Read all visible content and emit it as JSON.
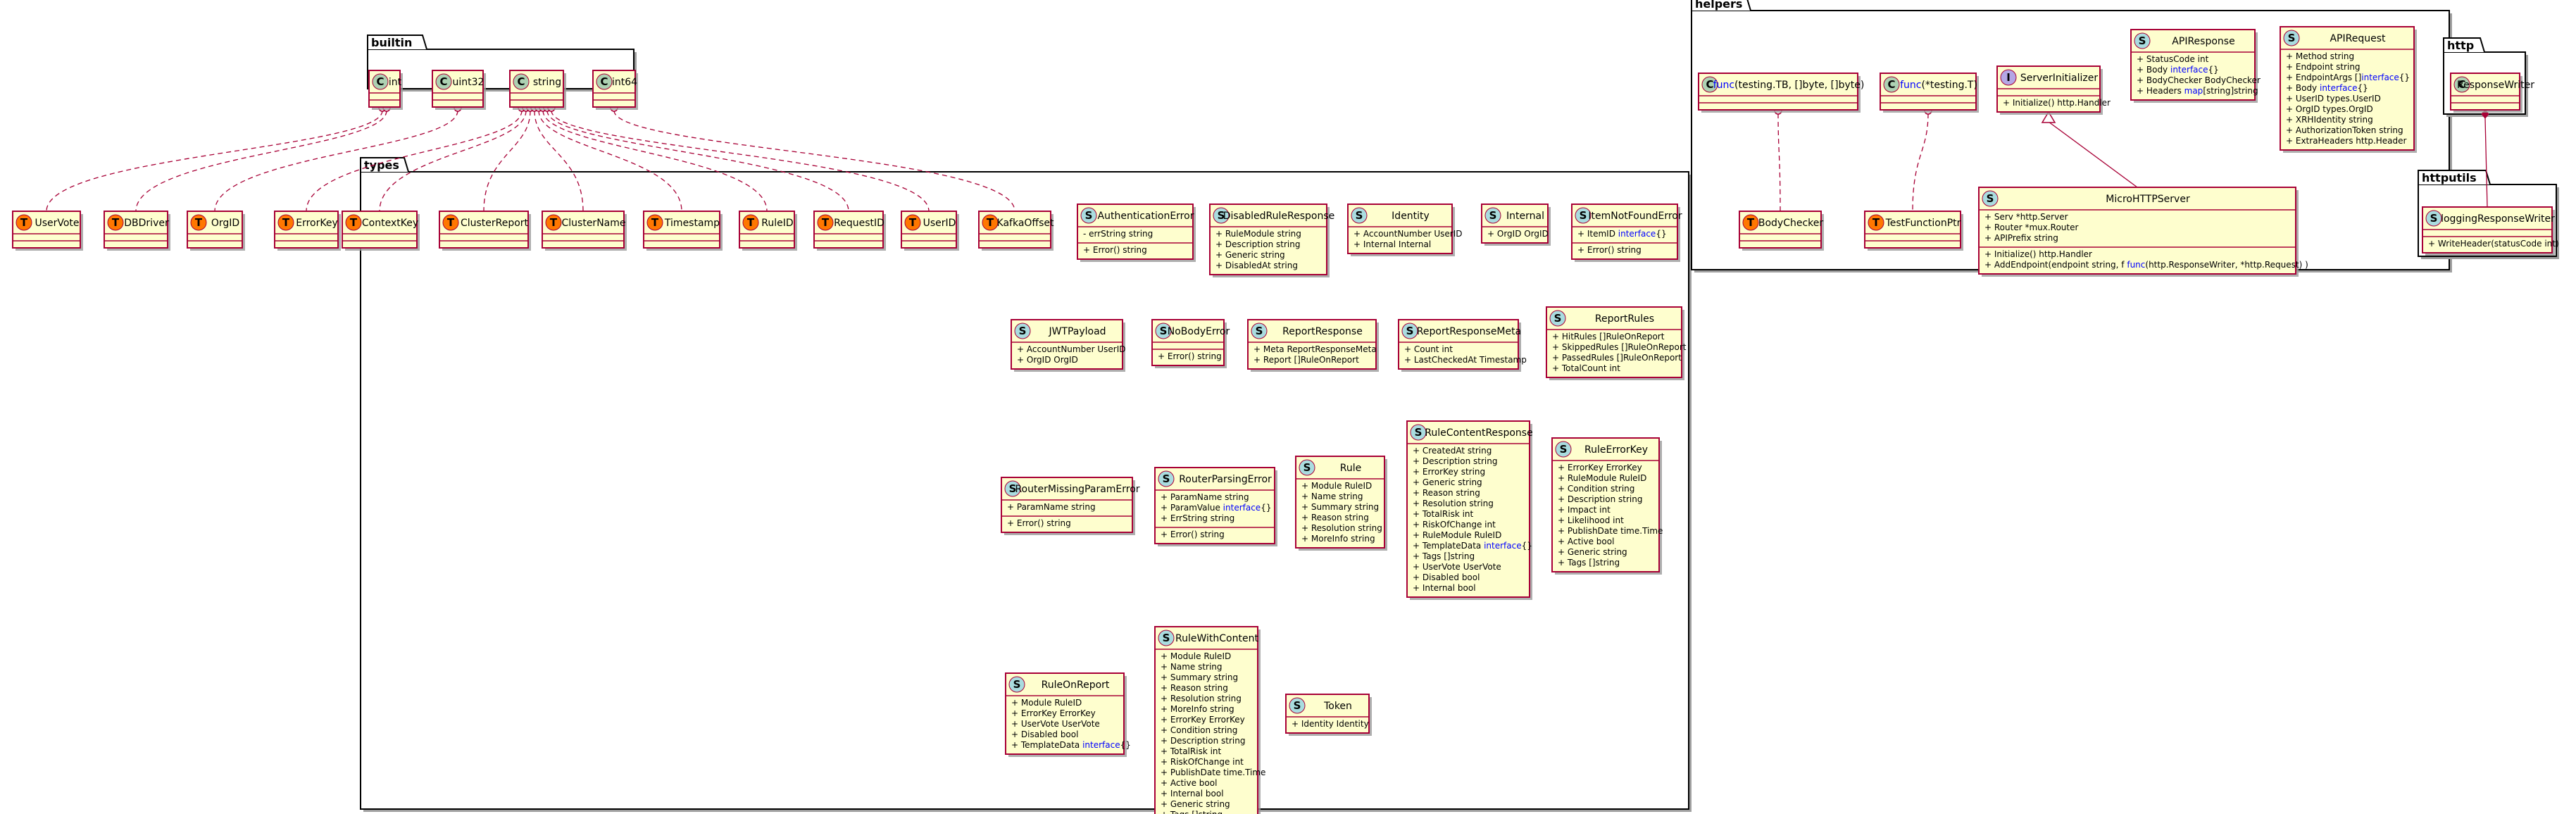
{
  "colors": {
    "class_fill": "#FEFECE",
    "class_border": "#A80036",
    "type_badge": "#FF7700",
    "struct_badge": "#A9DCDF",
    "interface_badge": "#B4A7E5",
    "builtin_badge": "#ADD1B2",
    "keyword": "#0000FF"
  },
  "packages": [
    {
      "id": "builtin",
      "label": "builtin"
    },
    {
      "id": "types",
      "label": "types"
    },
    {
      "id": "helpers",
      "label": "helpers"
    },
    {
      "id": "http",
      "label": "http"
    },
    {
      "id": "httputils",
      "label": "httputils"
    }
  ],
  "classes": [
    {
      "id": "int",
      "kind": "C",
      "name": "int",
      "members": []
    },
    {
      "id": "uint32",
      "kind": "C",
      "name": "uint32",
      "members": []
    },
    {
      "id": "string",
      "kind": "C",
      "name": "string",
      "members": []
    },
    {
      "id": "int64",
      "kind": "C",
      "name": "int64",
      "members": []
    },
    {
      "id": "UserVote",
      "kind": "T",
      "name": "UserVote",
      "members": []
    },
    {
      "id": "DBDriver",
      "kind": "T",
      "name": "DBDriver",
      "members": []
    },
    {
      "id": "OrgID",
      "kind": "T",
      "name": "OrgID",
      "members": []
    },
    {
      "id": "ErrorKey",
      "kind": "T",
      "name": "ErrorKey",
      "members": []
    },
    {
      "id": "ContextKey",
      "kind": "T",
      "name": "ContextKey",
      "members": []
    },
    {
      "id": "ClusterReport",
      "kind": "T",
      "name": "ClusterReport",
      "members": []
    },
    {
      "id": "ClusterName",
      "kind": "T",
      "name": "ClusterName",
      "members": []
    },
    {
      "id": "Timestamp",
      "kind": "T",
      "name": "Timestamp",
      "members": []
    },
    {
      "id": "RuleID",
      "kind": "T",
      "name": "RuleID",
      "members": []
    },
    {
      "id": "RequestID",
      "kind": "T",
      "name": "RequestID",
      "members": []
    },
    {
      "id": "UserID",
      "kind": "T",
      "name": "UserID",
      "members": []
    },
    {
      "id": "KafkaOffset",
      "kind": "T",
      "name": "KafkaOffset",
      "members": []
    },
    {
      "id": "AuthenticationError",
      "kind": "S",
      "name": "AuthenticationError",
      "sections": [
        [
          "- errString string"
        ],
        [
          "+ Error() string"
        ]
      ]
    },
    {
      "id": "DisabledRuleResponse",
      "kind": "S",
      "name": "DisabledRuleResponse",
      "sections": [
        [
          "+ RuleModule string",
          "+ Description string",
          "+ Generic string",
          "+ DisabledAt string"
        ]
      ]
    },
    {
      "id": "Identity",
      "kind": "S",
      "name": "Identity",
      "sections": [
        [
          "+ AccountNumber UserID",
          "+ Internal Internal"
        ]
      ]
    },
    {
      "id": "Internal",
      "kind": "S",
      "name": "Internal",
      "sections": [
        [
          "+ OrgID OrgID"
        ]
      ]
    },
    {
      "id": "ItemNotFoundError",
      "kind": "S",
      "name": "ItemNotFoundError",
      "sections": [
        [
          "+ ItemID interface{}"
        ],
        [
          "+ Error() string"
        ]
      ]
    },
    {
      "id": "JWTPayload",
      "kind": "S",
      "name": "JWTPayload",
      "sections": [
        [
          "+ AccountNumber UserID",
          "+ OrgID OrgID"
        ]
      ]
    },
    {
      "id": "NoBodyError",
      "kind": "S",
      "name": "NoBodyError",
      "sections": [
        [],
        [
          "+ Error() string"
        ]
      ]
    },
    {
      "id": "ReportResponse",
      "kind": "S",
      "name": "ReportResponse",
      "sections": [
        [
          "+ Meta ReportResponseMeta",
          "+ Report []RuleOnReport"
        ]
      ]
    },
    {
      "id": "ReportResponseMeta",
      "kind": "S",
      "name": "ReportResponseMeta",
      "sections": [
        [
          "+ Count int",
          "+ LastCheckedAt Timestamp"
        ]
      ]
    },
    {
      "id": "ReportRules",
      "kind": "S",
      "name": "ReportRules",
      "sections": [
        [
          "+ HitRules []RuleOnReport",
          "+ SkippedRules []RuleOnReport",
          "+ PassedRules []RuleOnReport",
          "+ TotalCount int"
        ]
      ]
    },
    {
      "id": "RouterMissingParamError",
      "kind": "S",
      "name": "RouterMissingParamError",
      "sections": [
        [
          "+ ParamName string"
        ],
        [
          "+ Error() string"
        ]
      ]
    },
    {
      "id": "RouterParsingError",
      "kind": "S",
      "name": "RouterParsingError",
      "sections": [
        [
          "+ ParamName string",
          "+ ParamValue interface{}",
          "+ ErrString string"
        ],
        [
          "+ Error() string"
        ]
      ]
    },
    {
      "id": "Rule",
      "kind": "S",
      "name": "Rule",
      "sections": [
        [
          "+ Module RuleID",
          "+ Name string",
          "+ Summary string",
          "+ Reason string",
          "+ Resolution string",
          "+ MoreInfo string"
        ]
      ]
    },
    {
      "id": "RuleContentResponse",
      "kind": "S",
      "name": "RuleContentResponse",
      "sections": [
        [
          "+ CreatedAt string",
          "+ Description string",
          "+ ErrorKey string",
          "+ Generic string",
          "+ Reason string",
          "+ Resolution string",
          "+ TotalRisk int",
          "+ RiskOfChange int",
          "+ RuleModule RuleID",
          "+ TemplateData interface{}",
          "+ Tags []string",
          "+ UserVote UserVote",
          "+ Disabled bool",
          "+ Internal bool"
        ]
      ]
    },
    {
      "id": "RuleErrorKey",
      "kind": "S",
      "name": "RuleErrorKey",
      "sections": [
        [
          "+ ErrorKey ErrorKey",
          "+ RuleModule RuleID",
          "+ Condition string",
          "+ Description string",
          "+ Impact int",
          "+ Likelihood int",
          "+ PublishDate time.Time",
          "+ Active bool",
          "+ Generic string",
          "+ Tags []string"
        ]
      ]
    },
    {
      "id": "RuleOnReport",
      "kind": "S",
      "name": "RuleOnReport",
      "sections": [
        [
          "+ Module RuleID",
          "+ ErrorKey ErrorKey",
          "+ UserVote UserVote",
          "+ Disabled bool",
          "+ TemplateData interface{}"
        ]
      ]
    },
    {
      "id": "RuleWithContent",
      "kind": "S",
      "name": "RuleWithContent",
      "sections": [
        [
          "+ Module RuleID",
          "+ Name string",
          "+ Summary string",
          "+ Reason string",
          "+ Resolution string",
          "+ MoreInfo string",
          "+ ErrorKey ErrorKey",
          "+ Condition string",
          "+ Description string",
          "+ TotalRisk int",
          "+ RiskOfChange int",
          "+ PublishDate time.Time",
          "+ Active bool",
          "+ Internal bool",
          "+ Generic string",
          "+ Tags []string"
        ]
      ]
    },
    {
      "id": "Token",
      "kind": "S",
      "name": "Token",
      "sections": [
        [
          "+ Identity Identity"
        ]
      ]
    },
    {
      "id": "funcTB",
      "kind": "C",
      "name": "func(testing.TB, []byte, []byte)",
      "members": []
    },
    {
      "id": "funcT",
      "kind": "C",
      "name": "func(*testing.T)",
      "members": []
    },
    {
      "id": "ServerInitializer",
      "kind": "I",
      "name": "ServerInitializer",
      "sections": [
        [],
        [
          "+ Initialize() http.Handler"
        ]
      ]
    },
    {
      "id": "APIResponse",
      "kind": "S",
      "name": "APIResponse",
      "sections": [
        [
          "+ StatusCode int",
          "+ Body interface{}",
          "+ BodyChecker BodyChecker",
          "+ Headers map[string]string"
        ]
      ]
    },
    {
      "id": "APIRequest",
      "kind": "S",
      "name": "APIRequest",
      "sections": [
        [
          "+ Method string",
          "+ Endpoint string",
          "+ EndpointArgs []interface{}",
          "+ Body interface{}",
          "+ UserID types.UserID",
          "+ OrgID types.OrgID",
          "+ XRHIdentity string",
          "+ AuthorizationToken string",
          "+ ExtraHeaders http.Header"
        ]
      ]
    },
    {
      "id": "BodyChecker",
      "kind": "T",
      "name": "BodyChecker",
      "members": []
    },
    {
      "id": "TestFunctionPtr",
      "kind": "T",
      "name": "TestFunctionPtr",
      "members": []
    },
    {
      "id": "MicroHTTPServer",
      "kind": "S",
      "name": "MicroHTTPServer",
      "sections": [
        [
          "+ Serv *http.Server",
          "+ Router *mux.Router",
          "+ APIPrefix string"
        ],
        [
          "+ Initialize() http.Handler",
          "+ AddEndpoint(endpoint string, f func(http.ResponseWriter, *http.Request) )"
        ]
      ]
    },
    {
      "id": "ResponseWriter",
      "kind": "C",
      "name": "ResponseWriter",
      "members": []
    },
    {
      "id": "loggingResponseWriter",
      "kind": "S",
      "name": "loggingResponseWriter",
      "sections": [
        [],
        [
          "+ WriteHeader(statusCode int)"
        ]
      ]
    }
  ],
  "relations": [
    {
      "from": "int",
      "to": "UserVote",
      "type": "realization"
    },
    {
      "from": "int",
      "to": "DBDriver",
      "type": "realization"
    },
    {
      "from": "uint32",
      "to": "OrgID",
      "type": "realization"
    },
    {
      "from": "string",
      "to": "ErrorKey",
      "type": "realization"
    },
    {
      "from": "string",
      "to": "ContextKey",
      "type": "realization"
    },
    {
      "from": "string",
      "to": "ClusterReport",
      "type": "realization"
    },
    {
      "from": "string",
      "to": "ClusterName",
      "type": "realization"
    },
    {
      "from": "string",
      "to": "Timestamp",
      "type": "realization"
    },
    {
      "from": "string",
      "to": "RuleID",
      "type": "realization"
    },
    {
      "from": "string",
      "to": "RequestID",
      "type": "realization"
    },
    {
      "from": "string",
      "to": "UserID",
      "type": "realization"
    },
    {
      "from": "int64",
      "to": "KafkaOffset",
      "type": "realization"
    },
    {
      "from": "funcTB",
      "to": "BodyChecker",
      "type": "realization"
    },
    {
      "from": "funcT",
      "to": "TestFunctionPtr",
      "type": "realization"
    },
    {
      "from": "ServerInitializer",
      "to": "MicroHTTPServer",
      "type": "inheritance"
    },
    {
      "from": "ResponseWriter",
      "to": "loggingResponseWriter",
      "type": "composition"
    }
  ]
}
